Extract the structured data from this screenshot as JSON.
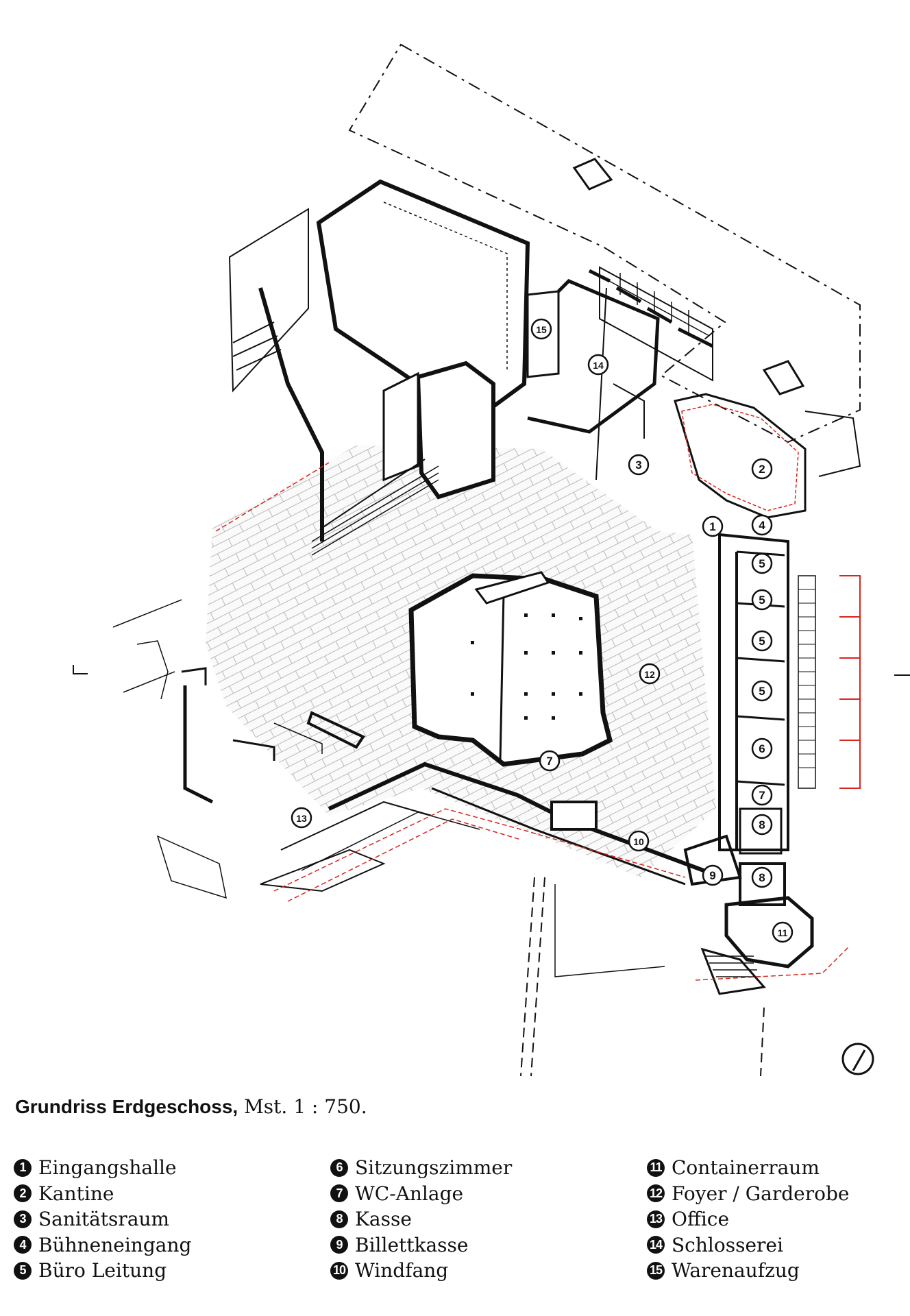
{
  "caption": {
    "title": "Grundriss Erdgeschoss,",
    "scale": "Mst. 1 : 750."
  },
  "colors": {
    "wall": "#111111",
    "hatch": "#bbbbbb",
    "red": "#d8251d"
  },
  "icons": [
    "north-arrow-icon"
  ],
  "legend": [
    {
      "num": "1",
      "label": "Eingangshalle"
    },
    {
      "num": "2",
      "label": "Kantine"
    },
    {
      "num": "3",
      "label": "Sanitätsraum"
    },
    {
      "num": "4",
      "label": "Bühneneingang"
    },
    {
      "num": "5",
      "label": "Büro Leitung"
    },
    {
      "num": "6",
      "label": "Sitzungszimmer"
    },
    {
      "num": "7",
      "label": "WC-Anlage"
    },
    {
      "num": "8",
      "label": "Kasse"
    },
    {
      "num": "9",
      "label": "Billettkasse"
    },
    {
      "num": "10",
      "label": "Windfang"
    },
    {
      "num": "11",
      "label": "Containerraum"
    },
    {
      "num": "12",
      "label": "Foyer / Garderobe"
    },
    {
      "num": "13",
      "label": "Office"
    },
    {
      "num": "14",
      "label": "Schlosserei"
    },
    {
      "num": "15",
      "label": "Warenaufzug"
    }
  ],
  "room_markers": [
    {
      "num": "1"
    },
    {
      "num": "2"
    },
    {
      "num": "3"
    },
    {
      "num": "4"
    },
    {
      "num": "5"
    },
    {
      "num": "5"
    },
    {
      "num": "5"
    },
    {
      "num": "5"
    },
    {
      "num": "6"
    },
    {
      "num": "7"
    },
    {
      "num": "7"
    },
    {
      "num": "8"
    },
    {
      "num": "8"
    },
    {
      "num": "9"
    },
    {
      "num": "10"
    },
    {
      "num": "11"
    },
    {
      "num": "12"
    },
    {
      "num": "13"
    },
    {
      "num": "14"
    },
    {
      "num": "15"
    }
  ]
}
